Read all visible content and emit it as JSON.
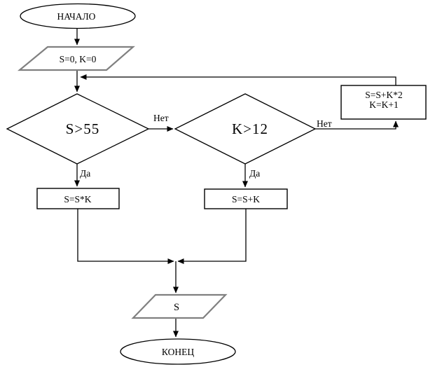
{
  "diagram": {
    "kind": "flowchart",
    "language": "ru"
  },
  "nodes": {
    "start": {
      "shape": "terminator",
      "label": "НАЧАЛО"
    },
    "init": {
      "shape": "io-parallelogram",
      "label": "S=0, K=0"
    },
    "cond1": {
      "shape": "decision",
      "label": "S>55"
    },
    "cond2": {
      "shape": "decision",
      "label": "K>12"
    },
    "loop_body": {
      "shape": "process",
      "line1": "S=S+K*2",
      "line2": "K=K+1"
    },
    "mul": {
      "shape": "process",
      "label": "S=S*K"
    },
    "add": {
      "shape": "process",
      "label": "S=S+K"
    },
    "output": {
      "shape": "io-parallelogram",
      "label": "S"
    },
    "end": {
      "shape": "terminator",
      "label": "КОНЕЦ"
    }
  },
  "edge_labels": {
    "cond1_no": "Нет",
    "cond1_yes": "Да",
    "cond2_no": "Нет",
    "cond2_yes": "Да"
  },
  "colors": {
    "line": "#000000",
    "io_border": "#808080",
    "end_terminator_border": "#404040",
    "background": "#ffffff"
  }
}
